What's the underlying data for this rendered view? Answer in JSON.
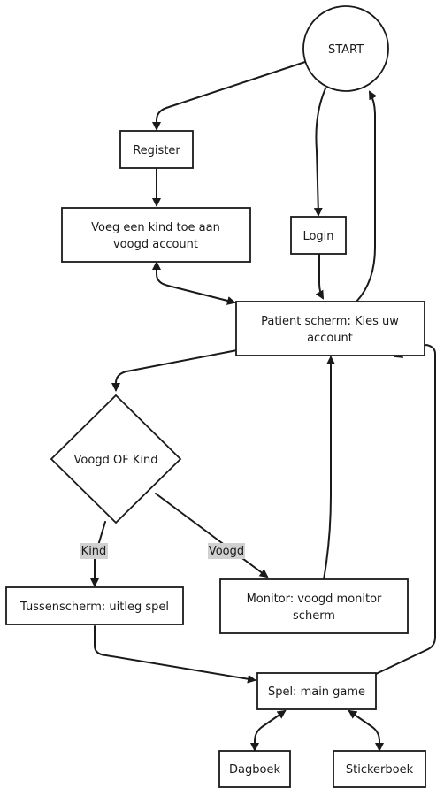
{
  "nodes": {
    "start": "START",
    "register": "Register",
    "voeg_kind_line1": "Voeg een kind toe aan",
    "voeg_kind_line2": "voogd account",
    "login": "Login",
    "patient_line1": "Patient scherm: Kies uw",
    "patient_line2": "account",
    "decision": "Voogd OF Kind",
    "tussenscherm": "Tussenscherm: uitleg spel",
    "monitor_line1": "Monitor: voogd monitor",
    "monitor_line2": "scherm",
    "spel": "Spel: main game",
    "dagboek": "Dagboek",
    "stickerboek": "Stickerboek"
  },
  "edge_labels": {
    "kind": "Kind",
    "voogd": "Voogd"
  },
  "colors": {
    "stroke": "#1a1a1a",
    "label_bg": "#d0d0d0",
    "background": "#ffffff"
  }
}
